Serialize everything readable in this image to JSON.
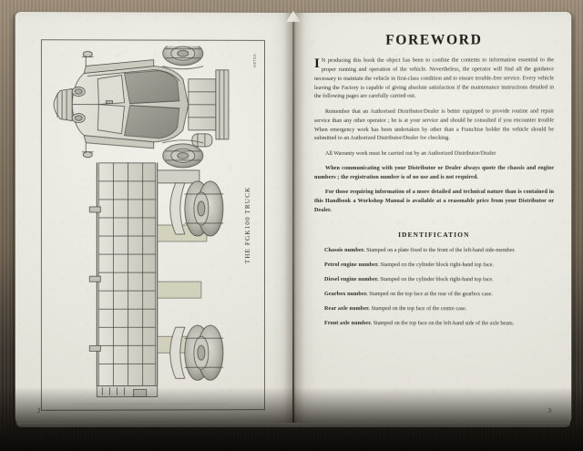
{
  "spread": {
    "left_page": {
      "folio": "2",
      "plate": {
        "figure_code": "A972A",
        "caption": "THE FGK100 TRUCK",
        "artwork_name": "fgk100-truck-line-drawing"
      }
    },
    "right_page": {
      "folio": "3",
      "heading": "FOREWORD",
      "paragraphs": [
        {
          "dropcap": "I",
          "text": "N producing this book the object has been to confine the contents to information essential to the proper running and operation of the vehicle. Nevertheless, the operator will find all the guidance necessary to maintain the vehicle in first-class condition and to ensure trouble-free service.  Every vehicle leaving the Factory is capable of giving absolute satisfaction if the maintenance instructions detailed in the following pages are carefully carried out.",
          "bold": false
        },
        {
          "dropcap": "",
          "text": "Remember that an Authorised Distributor/Dealer is better equipped to provide routine and repair service than any other operator ;  he is at your service and should be consulted if you encounter trouble   When emergency work has been undertaken by other than a Franchise holder the vehicle should be submitted to an Authorized Distributor/Dealer for checking.",
          "bold": false
        },
        {
          "dropcap": "",
          "text": "All Warranty work must be carried out by an Authorized Distributor/Dealer",
          "bold": false
        },
        {
          "dropcap": "",
          "text": "When communicating with your Distributor or Dealer always quote the chassis and engine numbers ;  the registration number is of no use and is not required.",
          "bold": true
        },
        {
          "dropcap": "",
          "text": "For those requiring information of a more detailed and technical nature than is contained in this Handbook a Workshop Manual is available at a reasonable price from your Distributor or Dealer.",
          "bold": true
        }
      ],
      "identification": {
        "heading": "IDENTIFICATION",
        "items": [
          {
            "label": "Chassis number.",
            "text": " Stamped on a plate fixed to the front of the left-hand side-member."
          },
          {
            "label": "Petrol engine number.",
            "text": " Stamped on the cylinder block right-hand top face."
          },
          {
            "label": "Diesel engine number.",
            "text": " Stamped on the cylinder block right-hand top face."
          },
          {
            "label": "Gearbox number.",
            "text": " Stamped on the top face at the rear of the gearbox case."
          },
          {
            "label": "Rear axle number.",
            "text": " Stamped on the top face of the centre case."
          },
          {
            "label": "Front axle number.",
            "text": " Stamped on the top face on the left-hand side of the axle beam."
          }
        ]
      }
    }
  },
  "colors": {
    "paper": "#e8e7df",
    "ink": "#2b2925",
    "heading_ink": "#1f1d1a",
    "desk": "#8a7b68",
    "frame_rule": "#6e6a60"
  }
}
